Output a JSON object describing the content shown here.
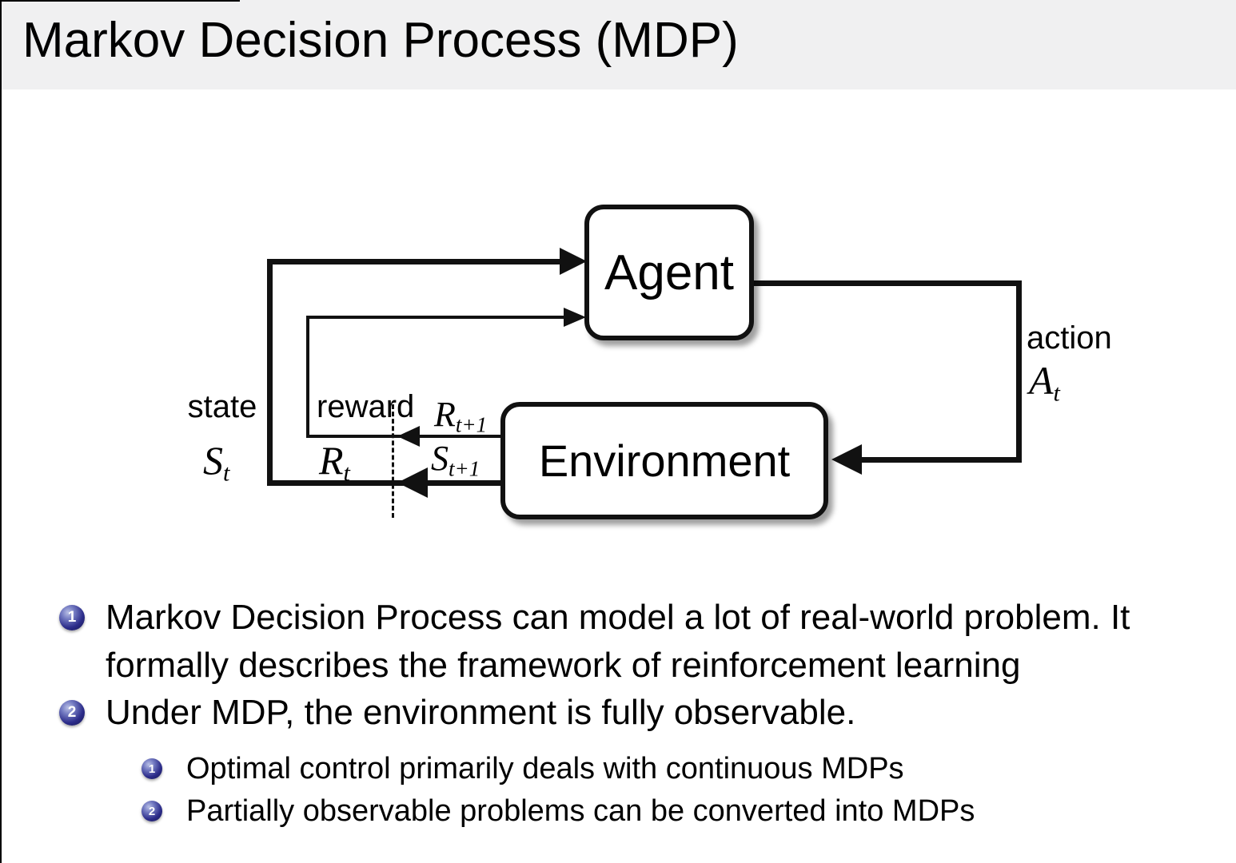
{
  "page": {
    "background": "#ffffff",
    "edge_color": "#000000",
    "title_band_bg": "#f0f0f1",
    "ball_color": "#2c2c8a",
    "line_color": "#111111"
  },
  "header": {
    "title": "Markov Decision Process (MDP)"
  },
  "diagram": {
    "agent_label": "Agent",
    "environment_label": "Environment",
    "state_label": "state",
    "state_symbol": {
      "main": "S",
      "sub": "t"
    },
    "reward_label": "reward",
    "reward_symbol": {
      "main": "R",
      "sub": "t"
    },
    "action_label": "action",
    "action_symbol": {
      "main": "A",
      "sub": "t"
    },
    "next_reward_symbol": {
      "main": "R",
      "sub": "t+1"
    },
    "next_state_symbol": {
      "main": "S",
      "sub": "t+1"
    }
  },
  "bullets": {
    "items": [
      {
        "number": "1",
        "lines": [
          "Markov Decision Process can model a lot of real-world problem. It",
          "formally describes the framework of reinforcement learning"
        ]
      },
      {
        "number": "2",
        "lines": [
          "Under MDP, the environment is fully observable."
        ]
      }
    ],
    "subitems": [
      {
        "number": "1",
        "label": "Optimal control primarily deals with continuous MDPs"
      },
      {
        "number": "2",
        "label": "Partially observable problems can be converted into MDPs"
      }
    ]
  }
}
